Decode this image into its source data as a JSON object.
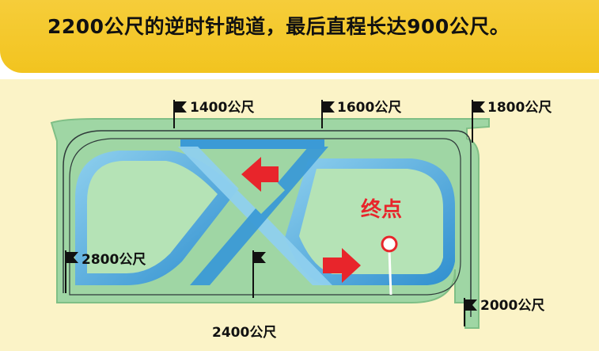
{
  "banner": {
    "title": "2200公尺的逆时针跑道，最后直程长达900公尺。"
  },
  "diagram": {
    "finish_label": "终点",
    "markers": [
      {
        "id": "1400",
        "label": "1400公尺"
      },
      {
        "id": "1600",
        "label": "1600公尺"
      },
      {
        "id": "1800",
        "label": "1800公尺"
      },
      {
        "id": "2000",
        "label": "2000公尺"
      },
      {
        "id": "2400",
        "label": "2400公尺"
      },
      {
        "id": "2800",
        "label": "2800公尺"
      }
    ],
    "colors": {
      "track": "#9fd6a4",
      "track_edge": "#7fbf86",
      "water": "#3b9ad6",
      "water_light": "#8fd0ee",
      "rail": "#2f3a3a",
      "arrow": "#e8252b",
      "background": "#fbf3c7",
      "banner": "#f4c62a"
    }
  }
}
